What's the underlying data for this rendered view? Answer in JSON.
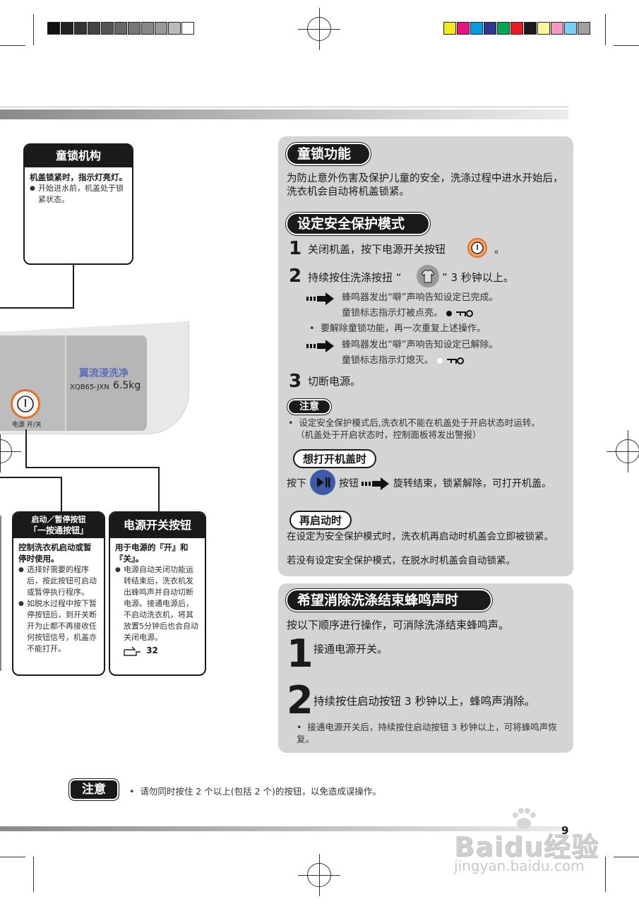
{
  "child_lock_box": {
    "title": "童锁机构",
    "lead": "机盖锁紧时，指示灯亮灯。",
    "bullet": "开始进水前，机盖处于锁紧状态。"
  },
  "machine_panel": {
    "brand": "翼流浸洗净",
    "model": "XQB65-JXN",
    "capacity": "6.5kg",
    "power_label": "电源 开/关"
  },
  "start_pause_box": {
    "title_line1": "启动／暂停按钮",
    "title_line2": "「一按通按钮」",
    "lead": "控制洗衣机启动或暂停时使用。",
    "bullets": [
      "选择好需要的程序后，按此按钮可启动或暂停执行程序。",
      "如脱水过程中按下暂停按钮后，到开关断开为止都不再接收任何按钮信号，机盖亦不能打开。"
    ]
  },
  "power_switch_box": {
    "title": "电源开关按钮",
    "lead": "用于电源的『开』和『关』。",
    "bullet": "电源自动关闭功能运转结束后，洗衣机发出蜂鸣声并自动切断电源。接通电源后，不启动洗衣机，将其放置5分钟后也会自动关闭电源。",
    "page_ref": "32"
  },
  "child_lock_section": {
    "title": "童锁功能",
    "intro": "为防止意外伤害及保护儿童的安全，洗涤过程中进水开始后，洗衣机会自动将机盖锁紧。",
    "mode_title": "设定安全保护模式",
    "steps": [
      {
        "num": "1",
        "text_before": "关闭机盖，按下电源开关按钮",
        "text_after": "。"
      },
      {
        "num": "2",
        "text_before": "持续按住洗涤按扭 “",
        "text_after": "” 3 秒钟以上。"
      },
      {
        "num": "3",
        "text": "切断电源。"
      }
    ],
    "result_set_line1": "蜂鸣器发出“噼”声响告知设定已完成。",
    "result_set_line2": "童锁标志指示灯被点亮。",
    "cancel_bullet": "要解除童锁功能，再一次重复上述操作。",
    "result_cancel_line1": "蜂鸣器发出“噼”声响告知设定已解除。",
    "result_cancel_line2": "童锁标志指示灯熄灭。",
    "note_label": "注意",
    "note_line1": "设定安全保护模式后,洗衣机不能在机盖处于开启状态时运转。",
    "note_line2": "（机盖处于开启状态时，控制面板将发出警报）",
    "open_lid_title": "想打开机盖时",
    "open_lid_press": "按下",
    "open_lid_button": "按钮",
    "open_lid_result": "旋转结束，锁紧解除，可打开机盖。",
    "restart_title": "再启动时",
    "restart_line1": "在设定为安全保护模式时，洗衣机再启动时机盖会立即被锁紧。",
    "restart_line2": "若没有设定安全保护模式，在脱水时机盖会自动锁紧。"
  },
  "beep_section": {
    "title": "希望消除洗涤结束蜂鸣声时",
    "intro": "按以下顺序进行操作，可消除洗涤结束蜂鸣声。",
    "steps": [
      {
        "num": "1",
        "text": "接通电源开关。"
      },
      {
        "num": "2",
        "text": "持续按住启动按钮 3 秒钟以上，蜂鸣声消除。"
      }
    ],
    "bullet": "接通电源开关后，持续按住启动按钮 3 秒钟以上，可将蜂鸣声恢复。"
  },
  "bottom_note": {
    "label": "注意",
    "text": "请勿同时按住 2 个以上(包括 2 个)的按钮，以免造成误操作。"
  },
  "page_number": "9",
  "watermark": {
    "logo": "Baidu经验",
    "url": "jingyan.baidu.com"
  },
  "color_bar": [
    "#f4e81b",
    "#e4157f",
    "#00a0e0",
    "#2b3990",
    "#00a651",
    "#ed1c24",
    "#1a1a1a",
    "#fff799",
    "#f49ac1",
    "#7ccff4",
    "#a0a0a0"
  ],
  "gray_bar": [
    "#111111",
    "#222222",
    "#333333",
    "#444444",
    "#555555",
    "#666666",
    "#777777",
    "#888888",
    "#999999",
    "#bbbbbb",
    "#ffffff"
  ]
}
